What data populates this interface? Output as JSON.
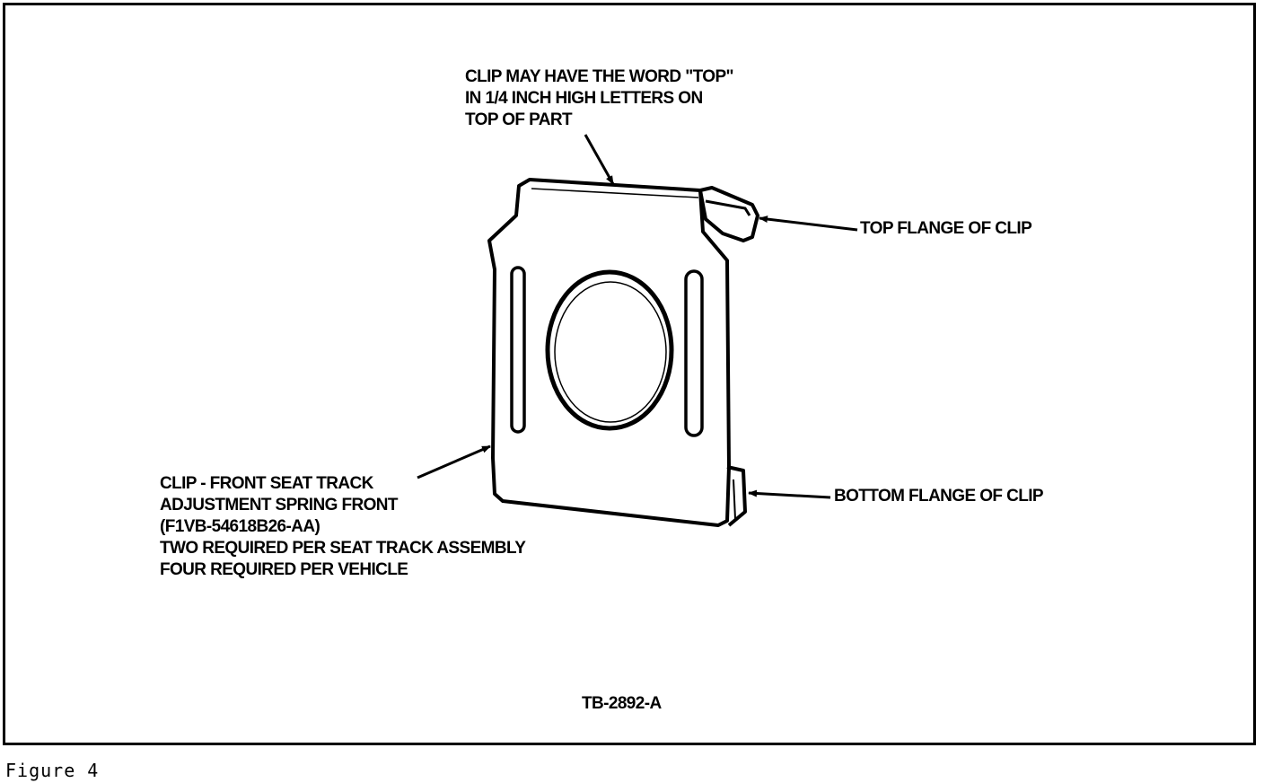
{
  "figure": {
    "caption": "Figure 4",
    "drawing_number": "TB-2892-A"
  },
  "callouts": {
    "top_note": [
      "CLIP MAY HAVE THE WORD \"TOP\"",
      "IN 1/4 INCH HIGH LETTERS ON",
      "TOP OF PART"
    ],
    "top_flange": "TOP FLANGE OF CLIP",
    "bottom_flange": "BOTTOM FLANGE OF CLIP",
    "part_description": [
      "CLIP - FRONT SEAT TRACK",
      "ADJUSTMENT SPRING FRONT",
      "(F1VB-54618B26-AA)",
      "TWO REQUIRED PER SEAT TRACK ASSEMBLY",
      "FOUR REQUIRED PER VEHICLE"
    ]
  }
}
